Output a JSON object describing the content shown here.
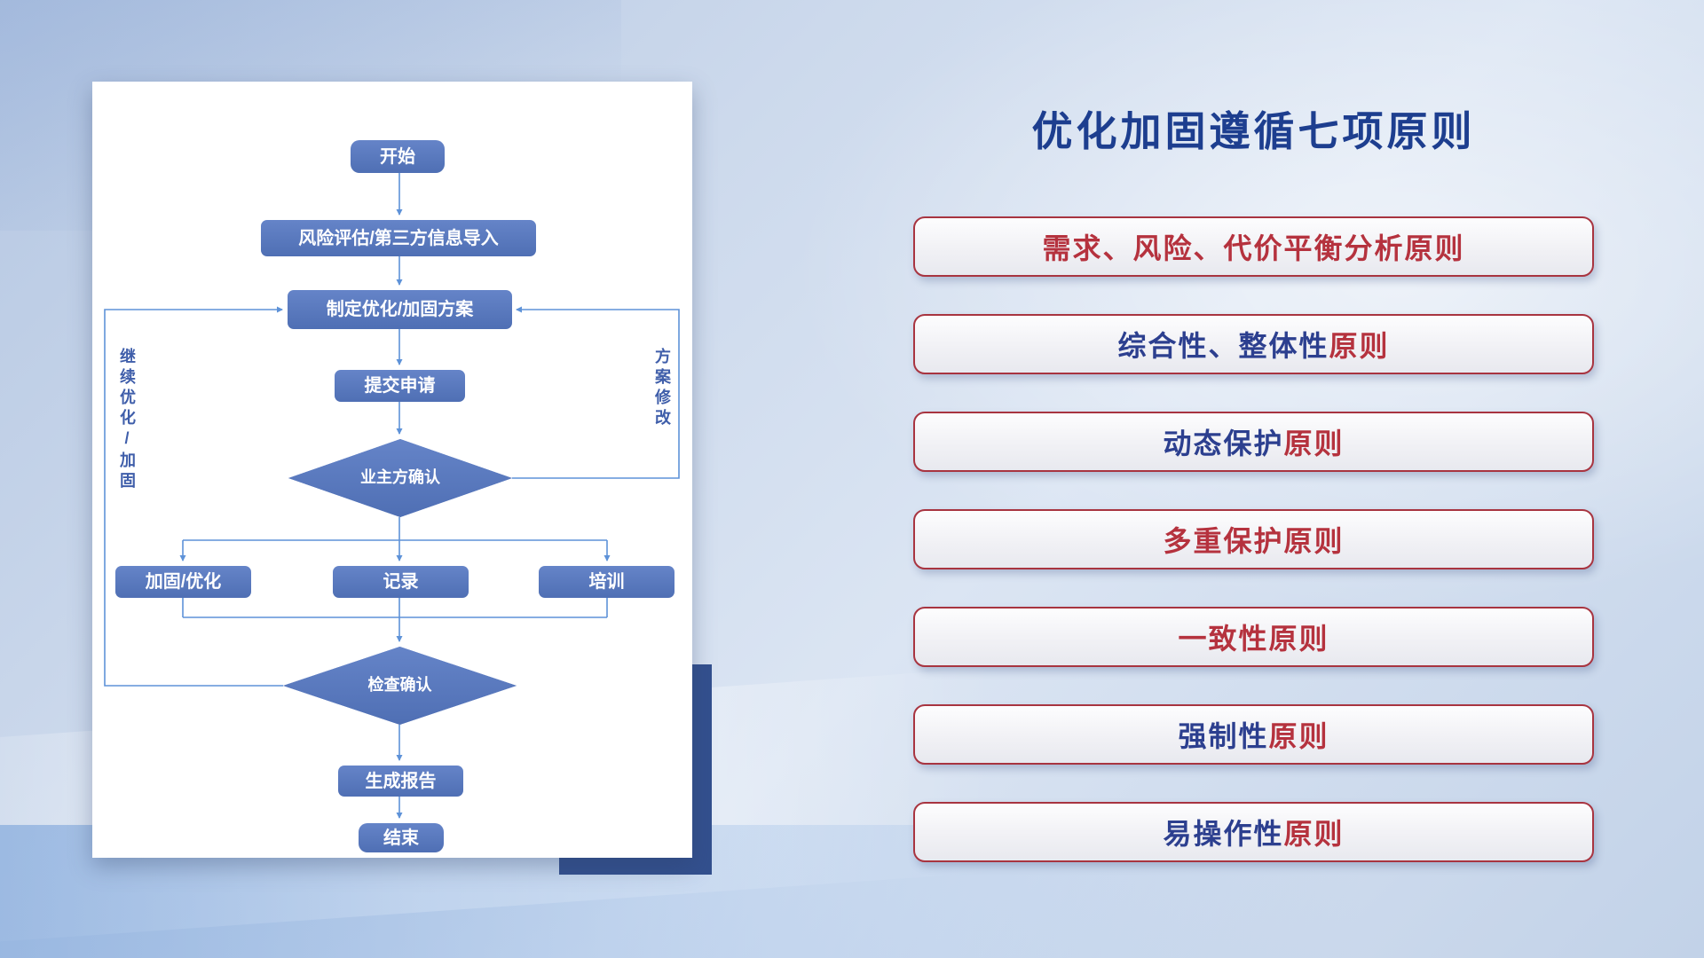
{
  "title": "优化加固遵循七项原则",
  "colors": {
    "title_text": "#1d3e8f",
    "node_fill": "#5678be",
    "node_text": "#ffffff",
    "connector": "#5e92d8",
    "card_bg": "#ffffff",
    "accent_block": "#33508e",
    "side_label": "#3f5eaa",
    "principle_border": "#a83440",
    "principle_red": "#b5323e",
    "principle_navy": "#2c3f8f"
  },
  "flowchart": {
    "nodes": {
      "start": "开始",
      "risk_import": "风险评估/第三方信息导入",
      "make_plan": "制定优化/加固方案",
      "submit": "提交申请",
      "owner_confirm": "业主方确认",
      "reinforce": "加固/优化",
      "record": "记录",
      "training": "培训",
      "check_confirm": "检查确认",
      "report": "生成报告",
      "end": "结束"
    },
    "side_labels": {
      "left": "继续优化/加固",
      "right": "方案修改"
    }
  },
  "principles": [
    {
      "navy": "",
      "red": "需求、风险、代价平衡分析原则"
    },
    {
      "navy": "综合性、整体性",
      "red": "原则"
    },
    {
      "navy": "动态保护",
      "red": "原则"
    },
    {
      "navy": "",
      "red": "多重保护原则"
    },
    {
      "navy": "",
      "red": "一致性原则"
    },
    {
      "navy": "强制性",
      "red": "原则"
    },
    {
      "navy": "易操作性",
      "red": "原则"
    }
  ]
}
